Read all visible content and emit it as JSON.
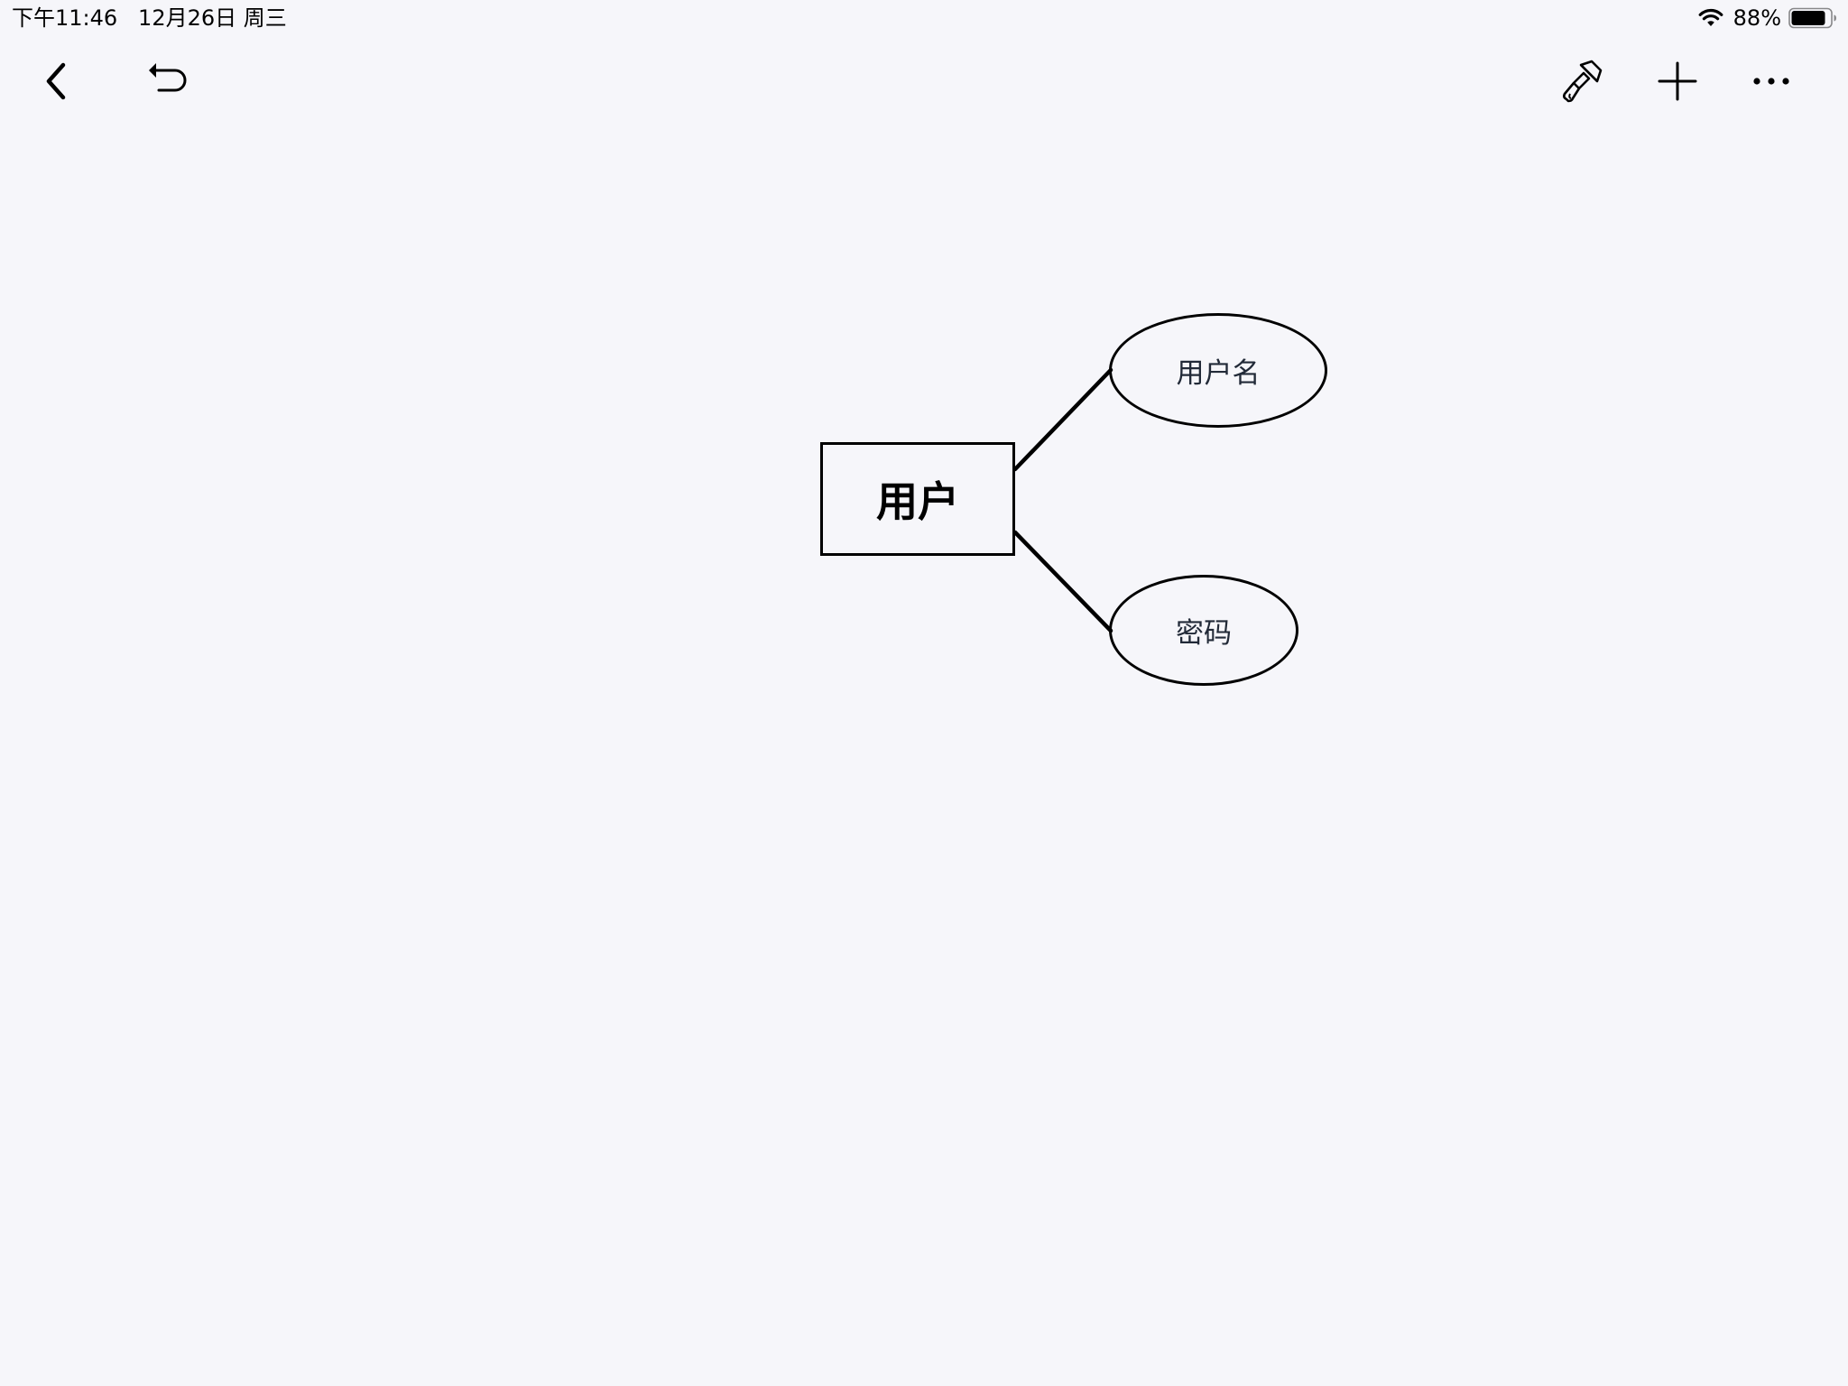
{
  "status_bar": {
    "time_date": "下午11:46   12月26日 周三",
    "battery_percent": "88%",
    "battery_level": 0.88,
    "wifi_icon": "wifi-icon",
    "battery_icon": "battery-icon"
  },
  "toolbar": {
    "left": [
      {
        "name": "back",
        "icon": "chevron-left-icon"
      },
      {
        "name": "undo",
        "icon": "undo-icon"
      }
    ],
    "right": [
      {
        "name": "format",
        "icon": "paintbrush-icon"
      },
      {
        "name": "add",
        "icon": "plus-icon"
      },
      {
        "name": "more",
        "icon": "ellipsis-icon"
      }
    ]
  },
  "diagram": {
    "entity": {
      "label": "用户"
    },
    "attributes": [
      {
        "label": "用户名"
      },
      {
        "label": "密码"
      }
    ],
    "stroke_color": "#000000",
    "attribute_text_color": "#222a38",
    "background_color": "#f6f6fa"
  }
}
